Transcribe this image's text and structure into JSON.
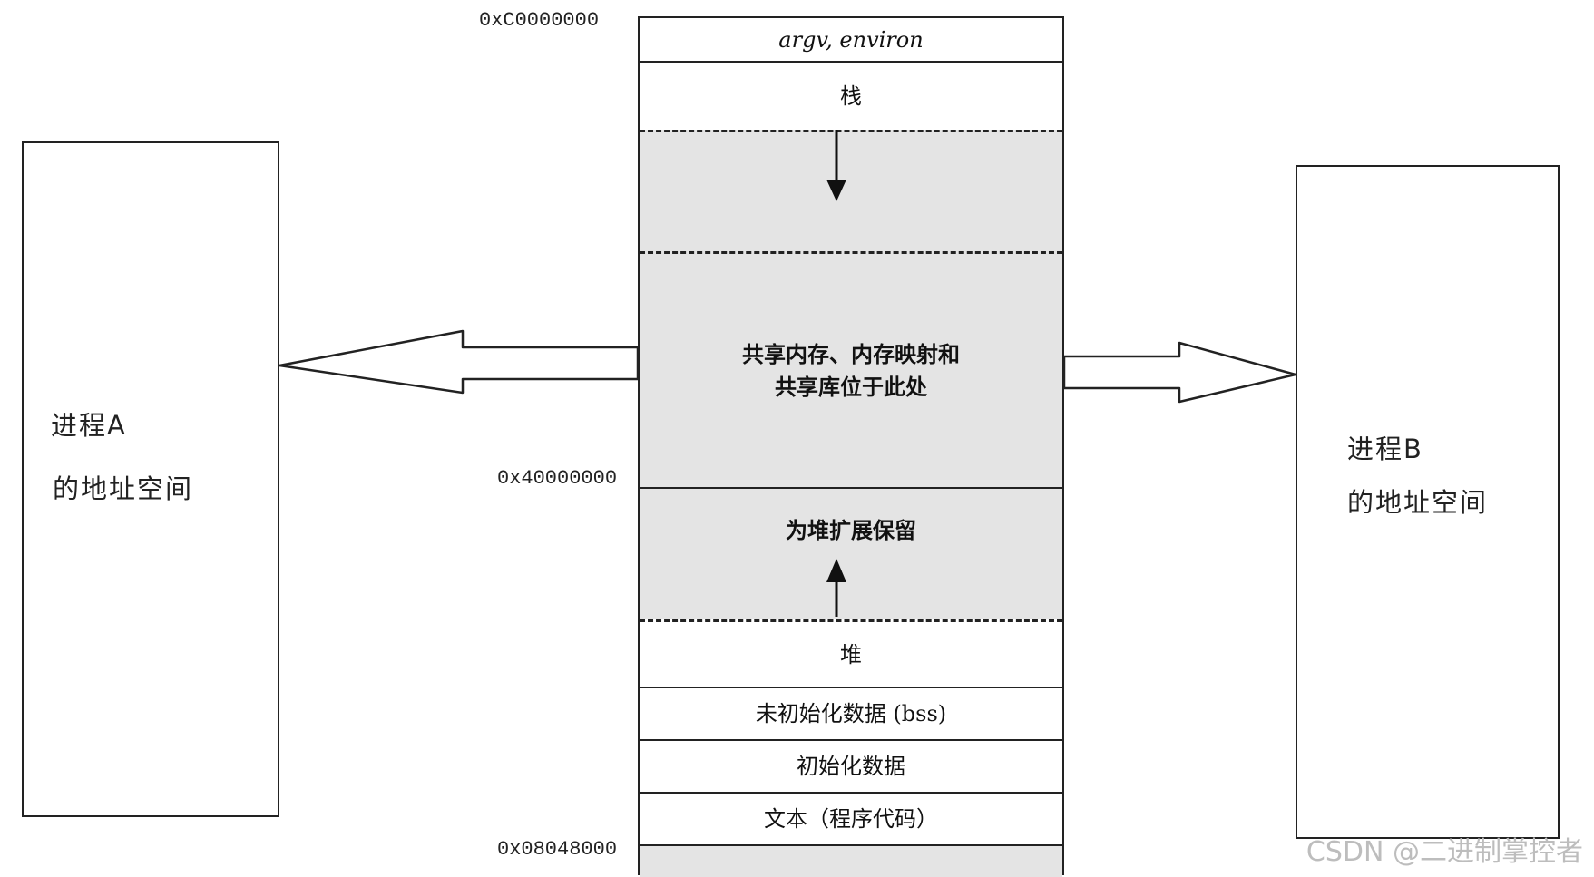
{
  "process_a": {
    "line1": "进程A",
    "line2": "的地址空间"
  },
  "process_b": {
    "line1": "进程B",
    "line2": "的地址空间"
  },
  "addresses": {
    "top": "0xC0000000",
    "mid": "0x40000000",
    "bottom": "0x08048000"
  },
  "segments": {
    "argv_environ": "argv, environ",
    "stack": "栈",
    "shared": "共享内存、内存映射和\n共享库位于此处",
    "heap_reserve": "为堆扩展保留",
    "heap": "堆",
    "bss": "未初始化数据 (bss)",
    "data": "初始化数据",
    "text": "文本（程序代码）"
  },
  "watermark": "CSDN @二进制掌控者",
  "colors": {
    "line": "#222222",
    "shaded": "#e4e4e4",
    "watermark": "#bdbdbd"
  }
}
